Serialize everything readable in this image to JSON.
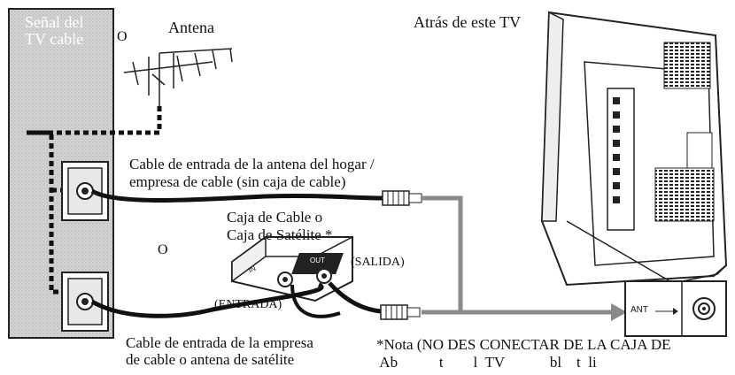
{
  "labels": {
    "signal": "Señal del\nTV cable",
    "or_top": "O",
    "antenna": "Antena",
    "back_of_tv": "Atrás de este TV",
    "home_cable": "Cable de entrada de la antena del hogar /\nempresa de cable (sin caja de cable)",
    "box": "Caja de Cable o\nCaja de Satélite *",
    "or_middle": "O",
    "out_label": "(SALIDA)",
    "in_label": "(ENTRADA)",
    "sat_cable": "Cable de entrada de la empresa\nde cable o antena de satélite",
    "note": "*Nota (NO DES CONECTAR DE LA CAJA DE\n Ab           t        l  TV            bl    t  li",
    "ant_port": "ANT",
    "box_in": "IN",
    "box_out": "OUT"
  },
  "colors": {
    "cable": "#111111",
    "dotted_line": "#111111",
    "gray_line": "#8a8a8a",
    "wall_fill": "#d9d9d9",
    "page_bg": "#ffffff"
  }
}
